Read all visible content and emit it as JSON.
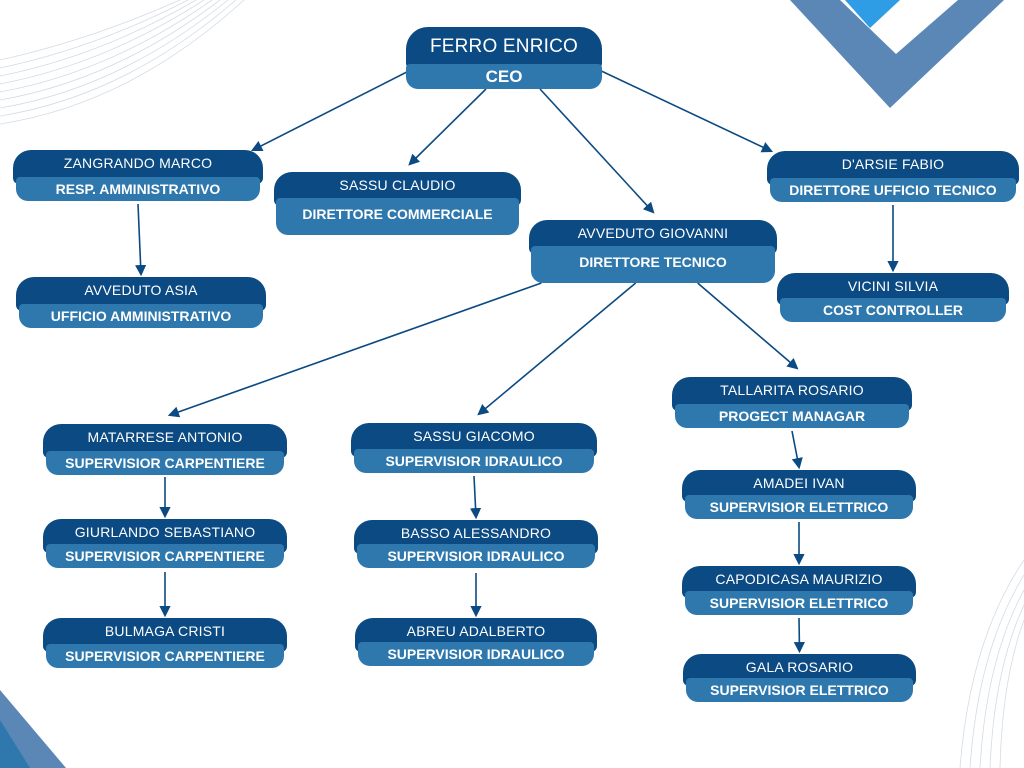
{
  "colors": {
    "name_bg": "#0b4a82",
    "role_bg": "#2f78ad",
    "arrow": "#0b4a82",
    "deco_dark": "#5a87b5",
    "deco_light": "#2f9de6"
  },
  "org": {
    "ceo": {
      "name": "FERRO ENRICO",
      "role": "CEO"
    },
    "zangrando": {
      "name": "ZANGRANDO MARCO",
      "role": "RESP. AMMINISTRATIVO"
    },
    "avveduto_asia": {
      "name": "AVVEDUTO ASIA",
      "role": "UFFICIO AMMINISTRATIVO"
    },
    "sassu_claudio": {
      "name": "SASSU CLAUDIO",
      "role": "DIRETTORE COMMERCIALE"
    },
    "avveduto_giovanni": {
      "name": "AVVEDUTO GIOVANNI",
      "role": "DIRETTORE TECNICO"
    },
    "darsie": {
      "name": "D'ARSIE FABIO",
      "role": "DIRETTORE UFFICIO TECNICO"
    },
    "vicini": {
      "name": "VICINI SILVIA",
      "role": "COST CONTROLLER"
    },
    "matarrese": {
      "name": "MATARRESE ANTONIO",
      "role": "SUPERVISIOR CARPENTIERE"
    },
    "giurlando": {
      "name": "GIURLANDO SEBASTIANO",
      "role": "SUPERVISIOR CARPENTIERE"
    },
    "bulmaga": {
      "name": "BULMAGA CRISTI",
      "role": "SUPERVISIOR CARPENTIERE"
    },
    "sassu_giacomo": {
      "name": "SASSU GIACOMO",
      "role": "SUPERVISIOR IDRAULICO"
    },
    "basso": {
      "name": "BASSO ALESSANDRO",
      "role": "SUPERVISIOR IDRAULICO"
    },
    "abreu": {
      "name": "ABREU ADALBERTO",
      "role": "SUPERVISIOR IDRAULICO"
    },
    "tallarita": {
      "name": "TALLARITA ROSARIO",
      "role": "PROGECT MANAGAR"
    },
    "amadei": {
      "name": "AMADEI IVAN",
      "role": "SUPERVISIOR ELETTRICO"
    },
    "capodicasa": {
      "name": "CAPODICASA MAURIZIO",
      "role": "SUPERVISIOR ELETTRICO"
    },
    "gala": {
      "name": "GALA ROSARIO",
      "role": "SUPERVISIOR ELETTRICO"
    }
  },
  "edges": [
    [
      "ceo",
      "zangrando"
    ],
    [
      "ceo",
      "sassu_claudio"
    ],
    [
      "ceo",
      "avveduto_giovanni"
    ],
    [
      "ceo",
      "darsie"
    ],
    [
      "zangrando",
      "avveduto_asia"
    ],
    [
      "darsie",
      "vicini"
    ],
    [
      "avveduto_giovanni",
      "matarrese"
    ],
    [
      "avveduto_giovanni",
      "sassu_giacomo"
    ],
    [
      "avveduto_giovanni",
      "tallarita"
    ],
    [
      "matarrese",
      "giurlando"
    ],
    [
      "giurlando",
      "bulmaga"
    ],
    [
      "sassu_giacomo",
      "basso"
    ],
    [
      "basso",
      "abreu"
    ],
    [
      "tallarita",
      "amadei"
    ],
    [
      "amadei",
      "capodicasa"
    ],
    [
      "capodicasa",
      "gala"
    ]
  ]
}
